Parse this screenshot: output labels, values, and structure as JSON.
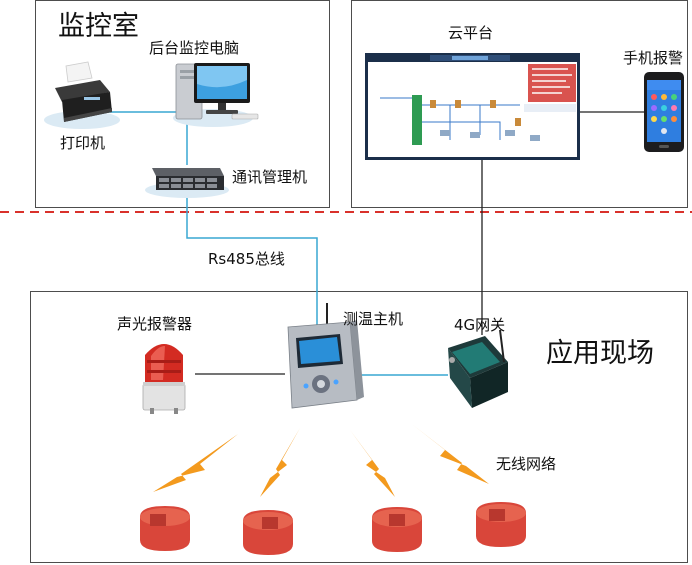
{
  "monitor_room": {
    "title": "监控室",
    "backend_pc": "后台监控电脑",
    "printer": "打印机",
    "comm_server": "通讯管理机"
  },
  "cloud": {
    "title": "云平台",
    "phone_alarm": "手机报警"
  },
  "bus": {
    "label": "Rs485总线"
  },
  "field": {
    "title": "应用现场",
    "audio_visual_alarm": "声光报警器",
    "host": "测温主机",
    "gateway": "4G网关",
    "wireless": "无线网络"
  },
  "colors": {
    "rs485_line": "#39a7d2",
    "separator": "#d9312b",
    "lightning": "#f39a1e",
    "sensor": "#d9463a",
    "alarm_light": "#d32b22"
  },
  "icons": {
    "printer": "printer-icon",
    "pc": "desktop-computer-icon",
    "server": "rack-server-icon",
    "dashboard": "cloud-dashboard-screenshot",
    "phone": "mobile-phone-icon",
    "alarm": "alarm-light-icon",
    "host": "temperature-host-device",
    "gateway": "4g-gateway-device",
    "lightning": "wireless-signal-icon",
    "sensor": "wireless-temperature-sensor"
  }
}
